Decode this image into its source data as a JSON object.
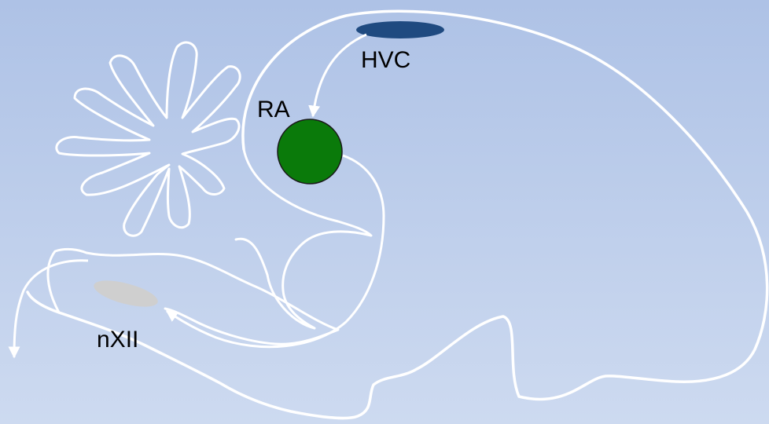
{
  "labels": {
    "hvc": "HVC",
    "ra": "RA",
    "nxii": "nXII"
  },
  "colors": {
    "background_top": "#aec2e6",
    "background_bottom": "#cddaf0",
    "outline": "#ffffff",
    "hvc": "#1f4a80",
    "ra": "#0a7a0a",
    "nxii": "#cfcfcf"
  },
  "icons": {
    "hvc": "ellipse-nucleus",
    "ra": "circle-nucleus",
    "nxii": "ellipse-nucleus",
    "arrows": "arrowhead"
  }
}
